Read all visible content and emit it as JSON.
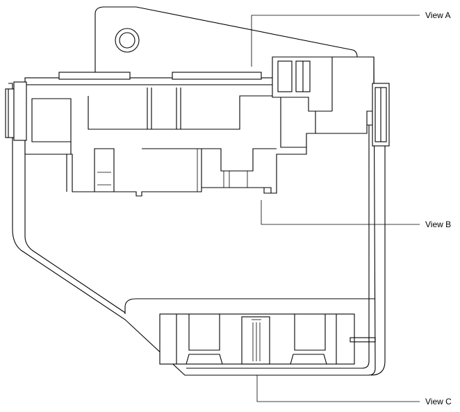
{
  "callouts": {
    "view_a": {
      "label": "View A"
    },
    "view_b": {
      "label": "View B"
    },
    "view_c": {
      "label": "View C"
    }
  }
}
